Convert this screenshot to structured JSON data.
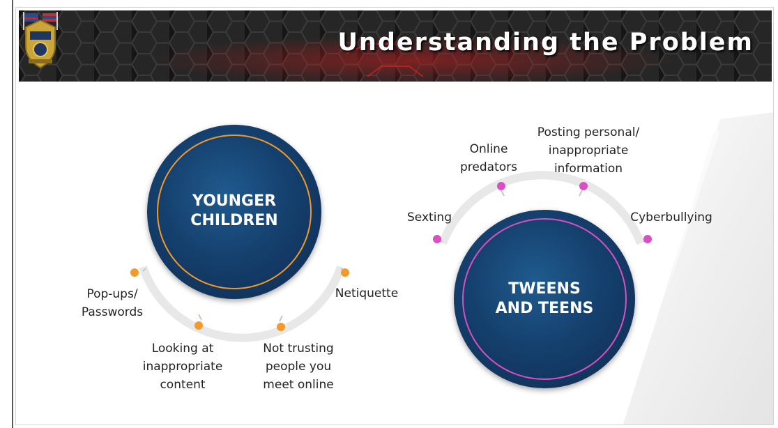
{
  "header": {
    "title": "Understanding the Problem",
    "logo_icon": "agency-badge-logo"
  },
  "colors": {
    "header_bg": "#151515",
    "circle_dark": "#0e2a4e",
    "orange_accent": "#f39a2a",
    "magenta_accent": "#d94fc4",
    "arc_gray": "#e6e6e6"
  },
  "younger": {
    "title": "YOUNGER\nCHILDREN",
    "topics": [
      {
        "label": "Pop-ups/\nPasswords"
      },
      {
        "label": "Looking at\ninappropriate\ncontent"
      },
      {
        "label": "Not trusting\npeople you\nmeet online"
      },
      {
        "label": "Netiquette"
      }
    ]
  },
  "teens": {
    "title": "TWEENS\nAND TEENS",
    "topics": [
      {
        "label": "Sexting"
      },
      {
        "label": "Online\npredators"
      },
      {
        "label": "Posting personal/\ninappropriate\ninformation"
      },
      {
        "label": "Cyberbullying"
      }
    ]
  }
}
